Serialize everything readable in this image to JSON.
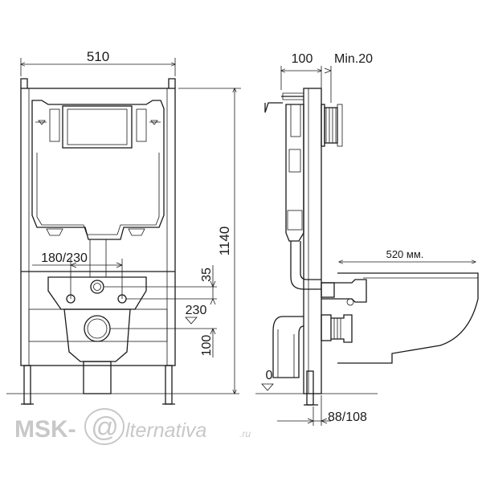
{
  "front_view": {
    "width_label": "510",
    "height_label": "1140",
    "flush_spacing_label": "180/230",
    "inlet_offset_label": "35",
    "drain_height_label": "230",
    "drain_offset_label": "100"
  },
  "side_view": {
    "depth_label": "100",
    "min_gap_label": "Min.20",
    "bowl_length_label": "520 мм.",
    "floor_level_label": "0",
    "projection_label": "88/108"
  },
  "watermark": {
    "left": "MSK-",
    "at_sign": "@",
    "right": "lternativa",
    "suffix": ".ru"
  },
  "colors": {
    "line": "#1a1a1a",
    "watermark": "#c8c8c8"
  }
}
